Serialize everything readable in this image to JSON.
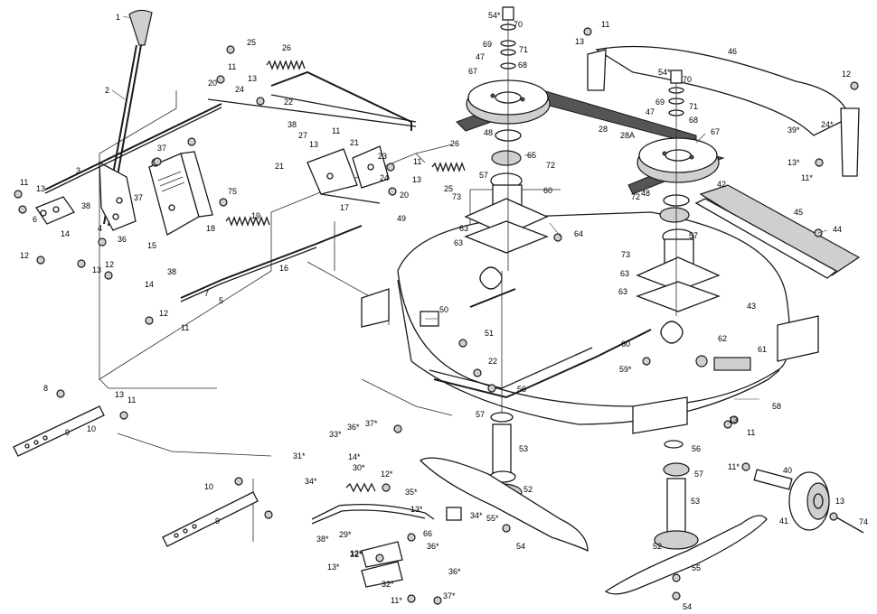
{
  "callouts": [
    {
      "id": "c1",
      "text": "1"
    },
    {
      "id": "c2",
      "text": "2"
    },
    {
      "id": "c3",
      "text": "3"
    },
    {
      "id": "c4",
      "text": "4"
    },
    {
      "id": "c5",
      "text": "5"
    },
    {
      "id": "c6",
      "text": "6"
    },
    {
      "id": "c7",
      "text": "7"
    },
    {
      "id": "c8",
      "text": "8"
    },
    {
      "id": "c9",
      "text": "9"
    },
    {
      "id": "c9b",
      "text": "9"
    },
    {
      "id": "c10",
      "text": "10"
    },
    {
      "id": "c10b",
      "text": "10"
    },
    {
      "id": "c11a",
      "text": "11"
    },
    {
      "id": "c11b",
      "text": "11"
    },
    {
      "id": "c11c",
      "text": "11"
    },
    {
      "id": "c11d",
      "text": "11"
    },
    {
      "id": "c11e",
      "text": "11"
    },
    {
      "id": "c11f",
      "text": "11"
    },
    {
      "id": "c11g",
      "text": "11"
    },
    {
      "id": "c11h",
      "text": "11*"
    },
    {
      "id": "c11i",
      "text": "11*"
    },
    {
      "id": "c11j",
      "text": "11*"
    },
    {
      "id": "c11k",
      "text": "11"
    },
    {
      "id": "c12a",
      "text": "12"
    },
    {
      "id": "c12b",
      "text": "12"
    },
    {
      "id": "c12c",
      "text": "12"
    },
    {
      "id": "c12d",
      "text": "12*"
    },
    {
      "id": "c12e",
      "text": "12*"
    },
    {
      "id": "c12f",
      "text": "12"
    },
    {
      "id": "c13a",
      "text": "13"
    },
    {
      "id": "c13b",
      "text": "13"
    },
    {
      "id": "c13c",
      "text": "13"
    },
    {
      "id": "c13d",
      "text": "13"
    },
    {
      "id": "c13e",
      "text": "13"
    },
    {
      "id": "c13f",
      "text": "13"
    },
    {
      "id": "c13g",
      "text": "13*"
    },
    {
      "id": "c13h",
      "text": "13*"
    },
    {
      "id": "c13i",
      "text": "13*"
    },
    {
      "id": "c13j",
      "text": "13"
    },
    {
      "id": "c13k",
      "text": "13"
    },
    {
      "id": "c13l",
      "text": "13"
    },
    {
      "id": "c14a",
      "text": "14"
    },
    {
      "id": "c14b",
      "text": "14"
    },
    {
      "id": "c14c",
      "text": "14*"
    },
    {
      "id": "c15",
      "text": "15"
    },
    {
      "id": "c16",
      "text": "16"
    },
    {
      "id": "c17",
      "text": "17"
    },
    {
      "id": "c18",
      "text": "18"
    },
    {
      "id": "c19",
      "text": "19"
    },
    {
      "id": "c20a",
      "text": "20"
    },
    {
      "id": "c20b",
      "text": "20"
    },
    {
      "id": "c21a",
      "text": "21"
    },
    {
      "id": "c21b",
      "text": "21"
    },
    {
      "id": "c22a",
      "text": "22"
    },
    {
      "id": "c22b",
      "text": "22"
    },
    {
      "id": "c23",
      "text": "23"
    },
    {
      "id": "c24a",
      "text": "24"
    },
    {
      "id": "c24b",
      "text": "24"
    },
    {
      "id": "c24c",
      "text": "24*"
    },
    {
      "id": "c25a",
      "text": "25"
    },
    {
      "id": "c25b",
      "text": "25"
    },
    {
      "id": "c26a",
      "text": "26"
    },
    {
      "id": "c26b",
      "text": "26"
    },
    {
      "id": "c27",
      "text": "27"
    },
    {
      "id": "c28",
      "text": "28"
    },
    {
      "id": "c28A",
      "text": "28A"
    },
    {
      "id": "c29",
      "text": "29*"
    },
    {
      "id": "c30",
      "text": "30*"
    },
    {
      "id": "c31",
      "text": "31*"
    },
    {
      "id": "c32a",
      "text": "32*"
    },
    {
      "id": "c32b",
      "text": "32*"
    },
    {
      "id": "c33",
      "text": "33*"
    },
    {
      "id": "c34a",
      "text": "34*"
    },
    {
      "id": "c34b",
      "text": "34*"
    },
    {
      "id": "c35",
      "text": "35*"
    },
    {
      "id": "c36a",
      "text": "36*"
    },
    {
      "id": "c36b",
      "text": "36*"
    },
    {
      "id": "c36c",
      "text": "36*"
    },
    {
      "id": "c36d",
      "text": "36"
    },
    {
      "id": "c37a",
      "text": "37"
    },
    {
      "id": "c37b",
      "text": "37"
    },
    {
      "id": "c37c",
      "text": "37*"
    },
    {
      "id": "c37d",
      "text": "37*"
    },
    {
      "id": "c38a",
      "text": "38"
    },
    {
      "id": "c38b",
      "text": "38"
    },
    {
      "id": "c38c",
      "text": "38"
    },
    {
      "id": "c38d",
      "text": "38*"
    },
    {
      "id": "c39",
      "text": "39*"
    },
    {
      "id": "c40",
      "text": "40"
    },
    {
      "id": "c41",
      "text": "41"
    },
    {
      "id": "c42",
      "text": "42"
    },
    {
      "id": "c43",
      "text": "43"
    },
    {
      "id": "c44",
      "text": "44"
    },
    {
      "id": "c45",
      "text": "45"
    },
    {
      "id": "c46",
      "text": "46"
    },
    {
      "id": "c47a",
      "text": "47"
    },
    {
      "id": "c47b",
      "text": "47"
    },
    {
      "id": "c48a",
      "text": "48"
    },
    {
      "id": "c48b",
      "text": "48"
    },
    {
      "id": "c49",
      "text": "49"
    },
    {
      "id": "c50",
      "text": "50"
    },
    {
      "id": "c51",
      "text": "51"
    },
    {
      "id": "c52a",
      "text": "52"
    },
    {
      "id": "c52b",
      "text": "52"
    },
    {
      "id": "c53a",
      "text": "53"
    },
    {
      "id": "c53b",
      "text": "53"
    },
    {
      "id": "c54a",
      "text": "54*"
    },
    {
      "id": "c54b",
      "text": "54*"
    },
    {
      "id": "c54c",
      "text": "54"
    },
    {
      "id": "c54d",
      "text": "54"
    },
    {
      "id": "c55a",
      "text": "55*"
    },
    {
      "id": "c55b",
      "text": "55"
    },
    {
      "id": "c56a",
      "text": "56"
    },
    {
      "id": "c56b",
      "text": "56"
    },
    {
      "id": "c57a",
      "text": "57"
    },
    {
      "id": "c57b",
      "text": "57"
    },
    {
      "id": "c57c",
      "text": "57"
    },
    {
      "id": "c57d",
      "text": "57"
    },
    {
      "id": "c58",
      "text": "58"
    },
    {
      "id": "c59",
      "text": "59*"
    },
    {
      "id": "c60a",
      "text": "60"
    },
    {
      "id": "c60b",
      "text": "60"
    },
    {
      "id": "c61",
      "text": "61"
    },
    {
      "id": "c62",
      "text": "62"
    },
    {
      "id": "c63a",
      "text": "63"
    },
    {
      "id": "c63b",
      "text": "63"
    },
    {
      "id": "c63c",
      "text": "63"
    },
    {
      "id": "c63d",
      "text": "63"
    },
    {
      "id": "c64",
      "text": "64"
    },
    {
      "id": "c65",
      "text": "65"
    },
    {
      "id": "c66",
      "text": "66"
    },
    {
      "id": "c67a",
      "text": "67"
    },
    {
      "id": "c67b",
      "text": "67"
    },
    {
      "id": "c68a",
      "text": "68"
    },
    {
      "id": "c68b",
      "text": "68"
    },
    {
      "id": "c69a",
      "text": "69"
    },
    {
      "id": "c69b",
      "text": "69"
    },
    {
      "id": "c70a",
      "text": "70"
    },
    {
      "id": "c70b",
      "text": "70"
    },
    {
      "id": "c71a",
      "text": "71"
    },
    {
      "id": "c71b",
      "text": "71"
    },
    {
      "id": "c72a",
      "text": "72"
    },
    {
      "id": "c72b",
      "text": "72"
    },
    {
      "id": "c73a",
      "text": "73"
    },
    {
      "id": "c73b",
      "text": "73"
    },
    {
      "id": "c74",
      "text": "74"
    },
    {
      "id": "c75",
      "text": "75"
    }
  ]
}
